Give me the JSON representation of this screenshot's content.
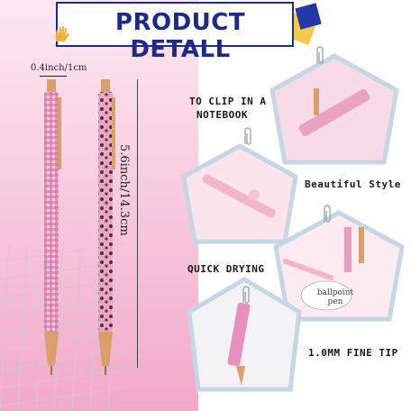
{
  "banner": {
    "title": "PRODUCT DETALL"
  },
  "dimensions": {
    "width": "0.4inch/1cm",
    "length": "5.6inch/14.3cm"
  },
  "features": {
    "clip": "TO CLIP IN A NOTEBOOK",
    "clip_line1": "TO CLIP IN A",
    "clip_line2": "NOTEBOOK",
    "style": "Beautiful Style",
    "drying": "QUICK DRYING",
    "tip": "1.0MM FINE TIP",
    "bubble_line1": "ballpoint",
    "bubble_line2": "pen"
  },
  "colors": {
    "banner_border": "#1d2a8a",
    "pentagon_border": "#c5d6e6",
    "pink_bg": "#f7c6dc",
    "gold": "#d9a06b"
  }
}
